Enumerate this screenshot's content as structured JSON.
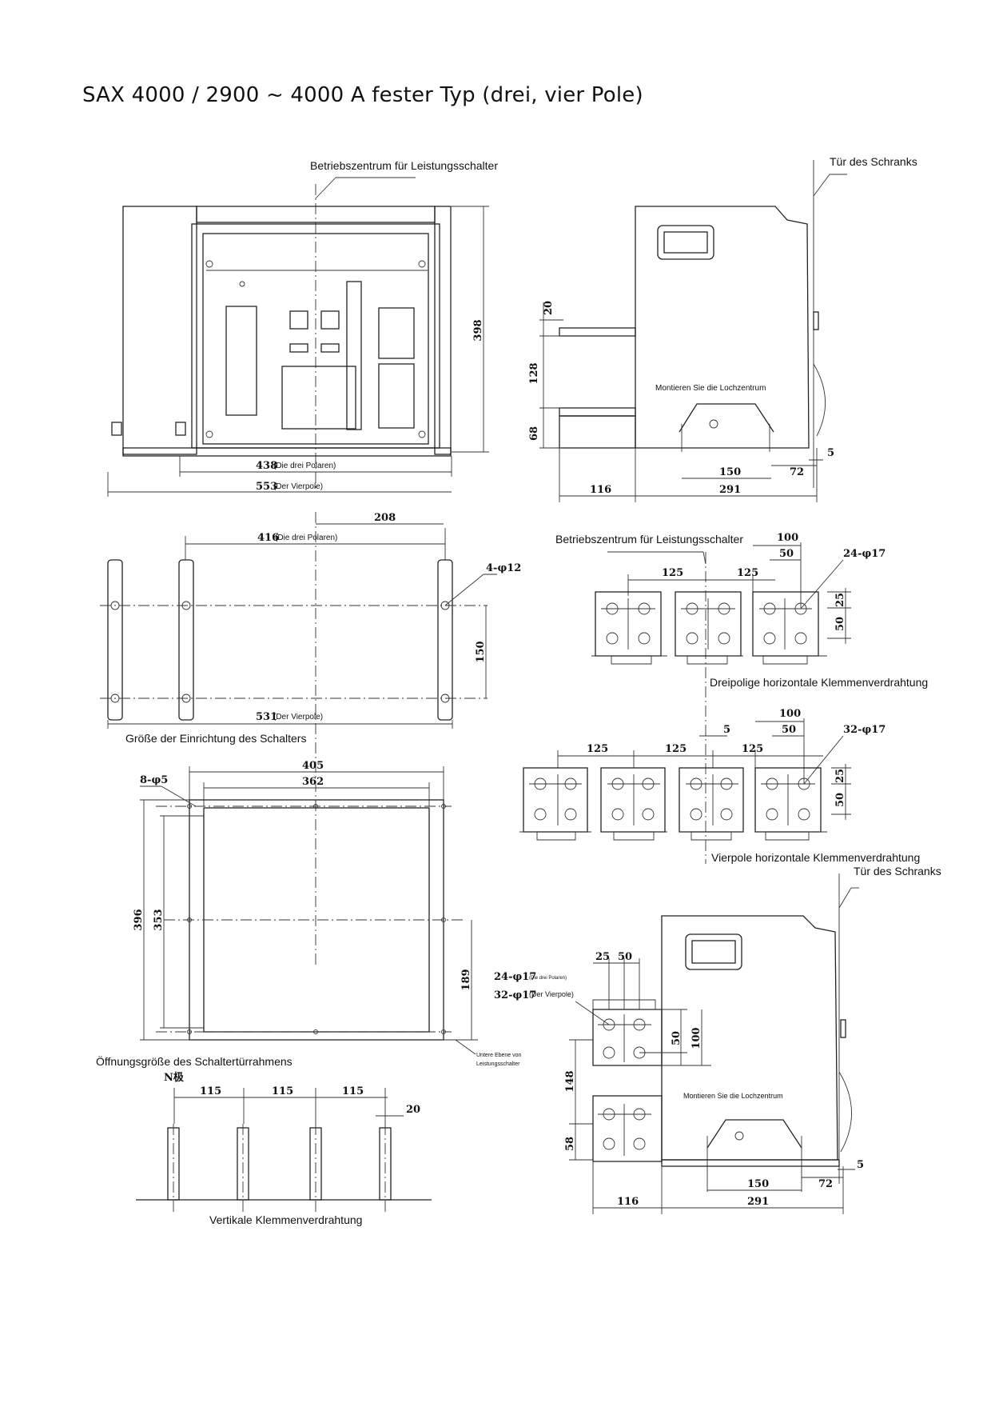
{
  "title": "SAX 4000 / 2900 ~ 4000 A fester Typ (drei, vier Pole)",
  "labels": {
    "operating_center_top": "Betriebszentrum für Leistungsschalter",
    "operating_center_right": "Betriebszentrum für Leistungsschalter",
    "cabinet_door_top": "Tür des Schranks",
    "cabinet_door_bottom": "Tür des Schranks",
    "mount_hole_center_top": "Montieren Sie die Lochzentrum",
    "mount_hole_center_bottom": "Montieren Sie die Lochzentrum",
    "three_pole_a": "(Die drei Polaren)",
    "four_pole_a": "(Der Vierpole)",
    "three_pole_b": "(Die drei Polaren)",
    "four_pole_b": "(Der Vierpole)",
    "switch_installation_size": "Größe der Einrichtung des Schalters",
    "three_pole_horizontal": "Dreipolige horizontale Klemmenverdrahtung",
    "four_pole_horizontal": "Vierpole horizontale Klemmenverdrahtung",
    "door_frame_opening": "Öffnungsgröße des Schaltertürrahmens",
    "lower_level_1": "Untere Ebene von",
    "lower_level_2": "Leistungsschalter",
    "vertical_wiring": "Vertikale Klemmenverdrahtung",
    "n_pole": "N极",
    "three_pole_small": "(Die drei Polaren)",
    "four_pole_small": "(Der Vierpole)"
  },
  "dimensions": {
    "front_height": "398",
    "front_width_3p": "438",
    "front_width_4p": "553",
    "side_20": "20",
    "side_128": "128",
    "side_68": "68",
    "side_150": "150",
    "side_72": "72",
    "side_5": "5",
    "side_116": "116",
    "side_291": "291",
    "mount_208": "208",
    "mount_416": "416",
    "mount_holes": "4-φ12",
    "mount_150": "150",
    "mount_531": "531",
    "h3_100": "100",
    "h3_50": "50",
    "h3_125a": "125",
    "h3_125b": "125",
    "h3_holes": "24-φ17",
    "h3_25": "25",
    "h3_50v": "50",
    "h4_100": "100",
    "h4_50": "50",
    "h4_5": "5",
    "h4_125a": "125",
    "h4_125b": "125",
    "h4_125c": "125",
    "h4_holes": "32-φ17",
    "h4_25": "25",
    "h4_50v": "50",
    "door_405": "405",
    "door_362": "362",
    "door_holes": "8-φ5",
    "door_396": "396",
    "door_353": "353",
    "door_189": "189",
    "vert_115a": "115",
    "vert_115b": "115",
    "vert_115c": "115",
    "vert_20": "20",
    "bs_25": "25",
    "bs_50": "50",
    "bs_holes_3p": "24-φ17",
    "bs_holes_4p": "32-φ17",
    "bs_50v": "50",
    "bs_100": "100",
    "bs_148": "148",
    "bs_58": "58",
    "bs_150": "150",
    "bs_72": "72",
    "bs_5": "5",
    "bs_116": "116",
    "bs_291": "291"
  }
}
